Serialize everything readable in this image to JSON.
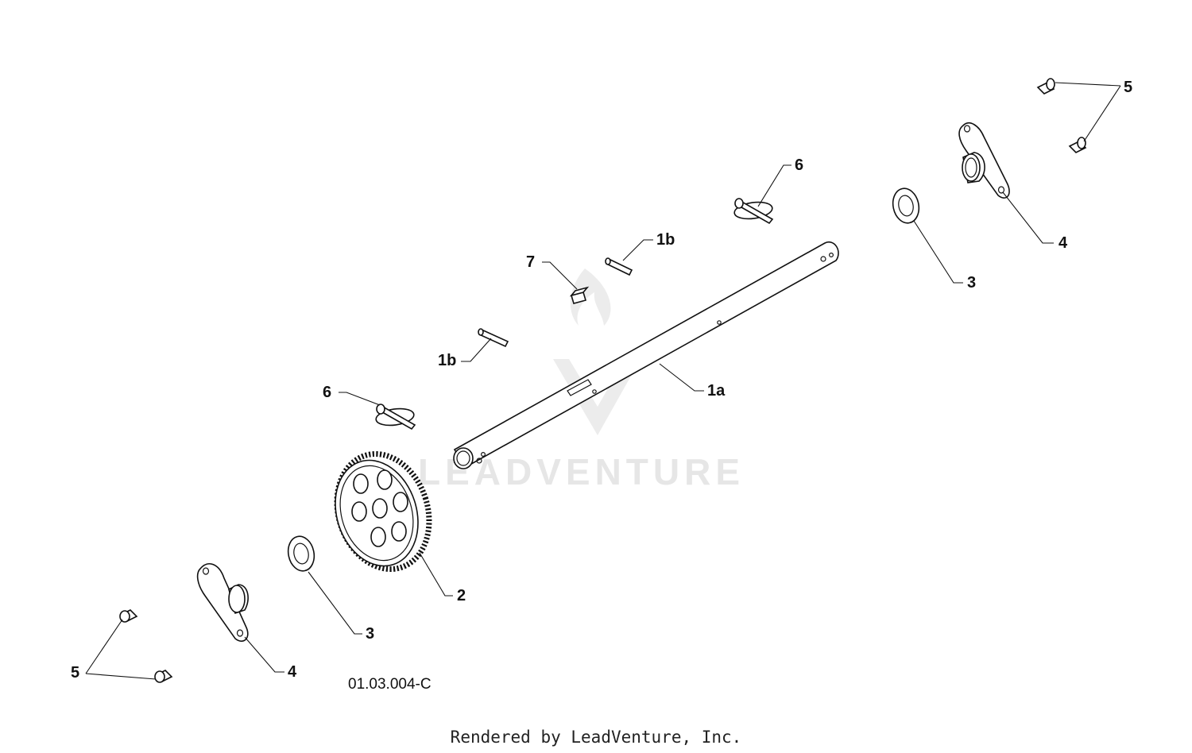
{
  "diagram": {
    "figure_code": "01.03.004-C",
    "credit": "Rendered by LeadVenture, Inc.",
    "watermark": "LEADVENTURE",
    "callouts": [
      {
        "id": "c-5-top",
        "label": "5"
      },
      {
        "id": "c-6-top",
        "label": "6"
      },
      {
        "id": "c-4-top",
        "label": "4"
      },
      {
        "id": "c-3-top",
        "label": "3"
      },
      {
        "id": "c-1b-top",
        "label": "1b"
      },
      {
        "id": "c-7",
        "label": "7"
      },
      {
        "id": "c-1b-left",
        "label": "1b"
      },
      {
        "id": "c-1a",
        "label": "1a"
      },
      {
        "id": "c-6-left",
        "label": "6"
      },
      {
        "id": "c-2",
        "label": "2"
      },
      {
        "id": "c-3-bottom",
        "label": "3"
      },
      {
        "id": "c-4-bottom",
        "label": "4"
      },
      {
        "id": "c-5-bottom",
        "label": "5"
      }
    ]
  }
}
